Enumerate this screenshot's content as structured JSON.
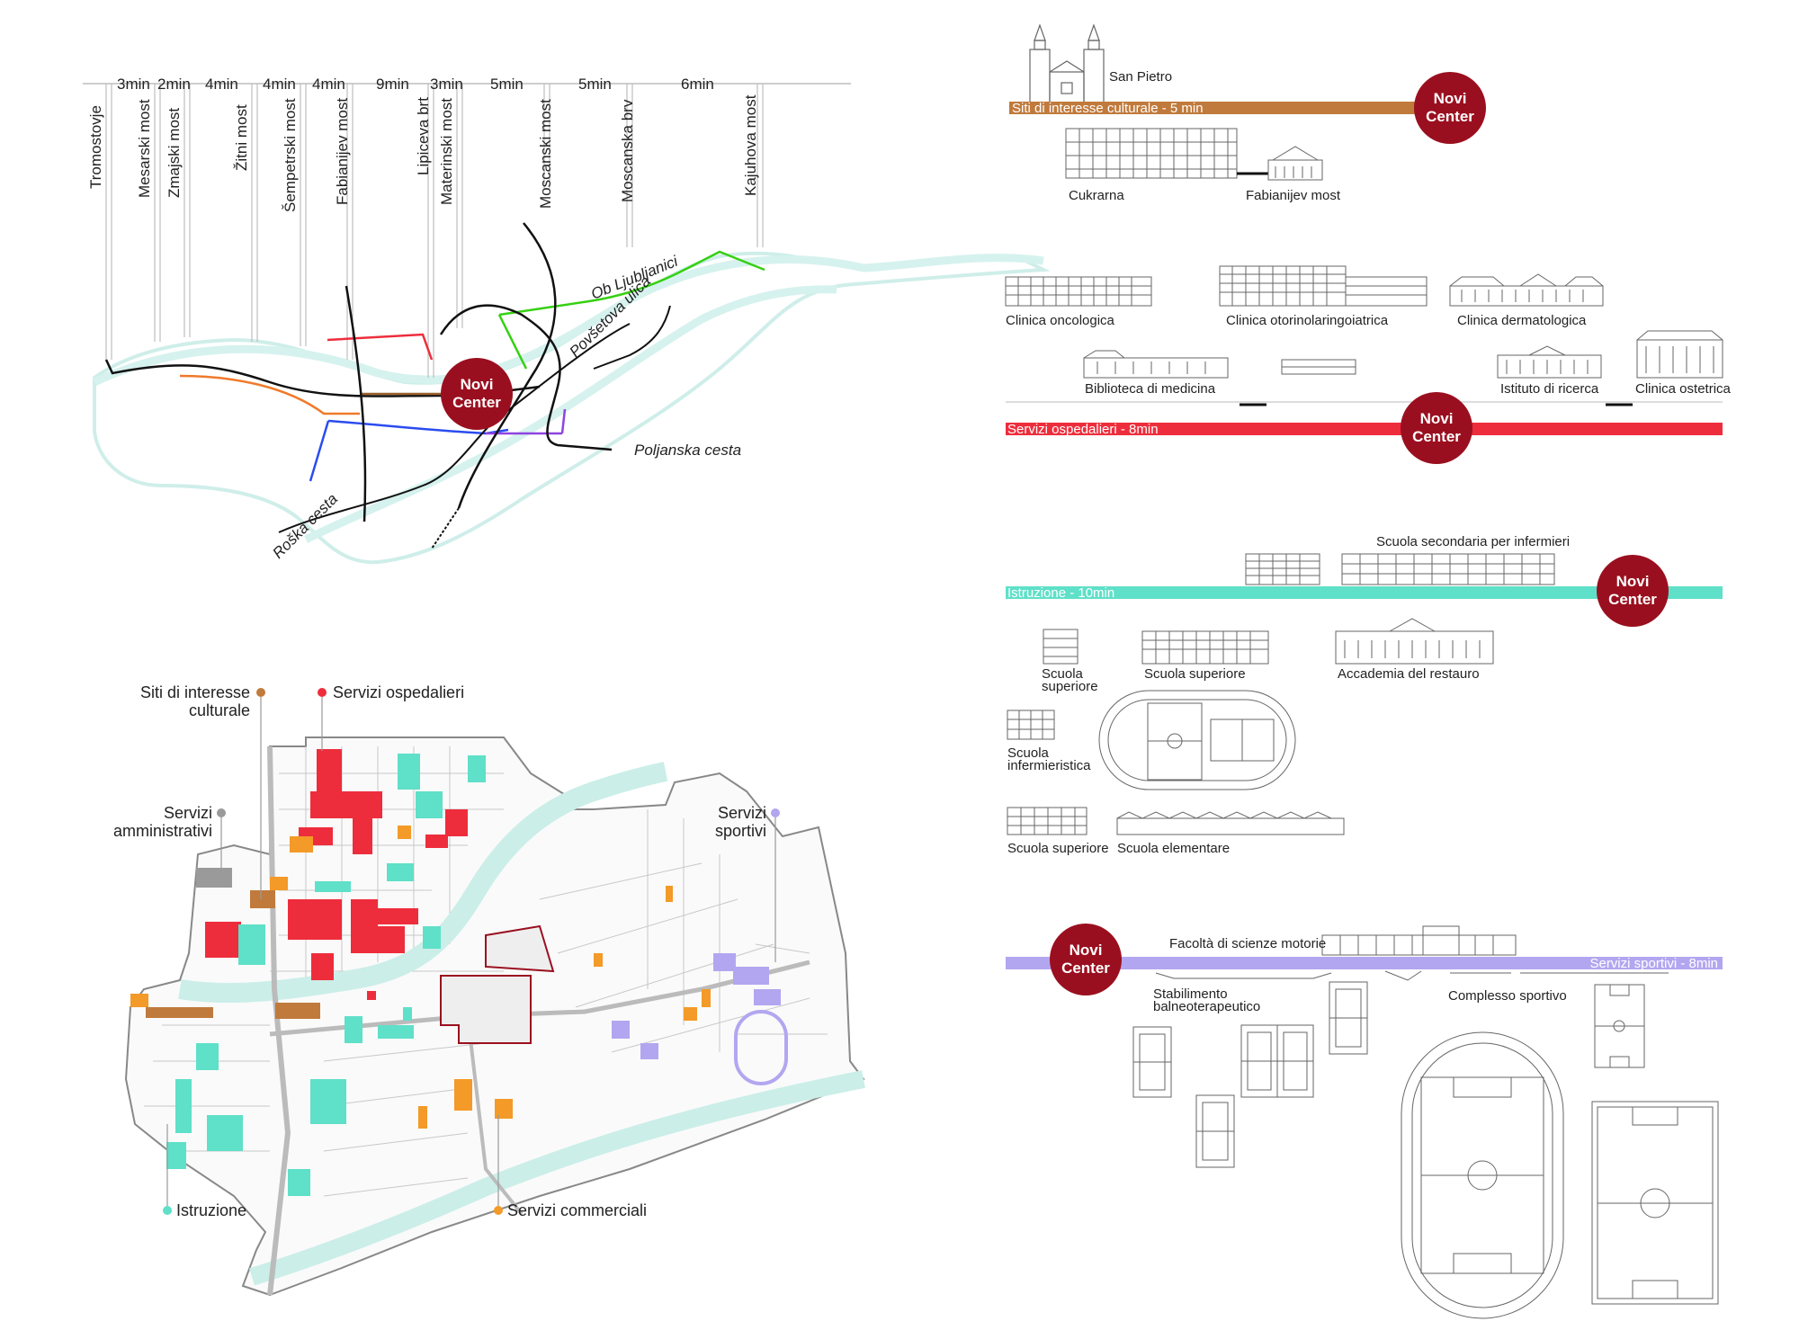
{
  "colors": {
    "accent": "#9a0f1f",
    "culturale": "#c07a3c",
    "ospedalieri": "#ee2d3c",
    "istruzione": "#5fe0c8",
    "sportivi": "#b3a6f0",
    "commerciali": "#f39a28",
    "amministrativi": "#9a9a9a",
    "river": "#d6f2ee"
  },
  "novi_center": {
    "line1": "Novi",
    "line2": "Center"
  },
  "bridges": {
    "times": [
      "3min",
      "2min",
      "4min",
      "4min",
      "4min",
      "9min",
      "3min",
      "5min",
      "5min",
      "6min"
    ],
    "names": [
      "Tromostovje",
      "Mesarski most",
      "Zmajski most",
      "Žitni most",
      "Šempetrski most",
      "Fabianijev most",
      "Lipiceva brt",
      "Materinski most",
      "Moscanski most",
      "Moscanska brv",
      "Kajuhova most"
    ]
  },
  "streets": {
    "ob_ljubljanici": "Ob Ljubljanici",
    "povsetova": "Povšetova ulica",
    "poljanska": "Poljanska cesta",
    "roska": "Roška cesta"
  },
  "legend": {
    "culturale_1": "Siti di interesse",
    "culturale_2": "culturale",
    "ospedalieri": "Servizi ospedalieri",
    "amministrativi_1": "Servizi",
    "amministrativi_2": "amministrativi",
    "sportivi_1": "Servizi",
    "sportivi_2": "sportivi",
    "istruzione": "Istruzione",
    "commerciali": "Servizi commerciali"
  },
  "culturale": {
    "band": "Siti di interesse culturale - 5 min",
    "san_pietro": "San Pietro",
    "cukrarna": "Cukrarna",
    "fabianijev": "Fabianijev most"
  },
  "ospedalieri": {
    "band": "Servizi ospedalieri - 8min",
    "clinica_oncologica": "Clinica oncologica",
    "clinica_otorino": "Clinica otorinolaringoiatrica",
    "clinica_dermato": "Clinica dermatologica",
    "biblioteca": "Biblioteca di medicina",
    "istituto": "Istituto di ricerca",
    "clinica_ostetrica": "Clinica ostetrica"
  },
  "istruzione": {
    "band": "Istruzione - 10min",
    "scuola_infermieri": "Scuola secondaria per infermieri",
    "scuola_superiore_1a": "Scuola",
    "scuola_superiore_1b": "superiore",
    "scuola_superiore_2": "Scuola superiore",
    "accademia": "Accademia del restauro",
    "infermieristica_a": "Scuola",
    "infermieristica_b": "infermieristica",
    "scuola_superiore_3": "Scuola superiore",
    "scuola_elementare": "Scuola elementare"
  },
  "sportivi": {
    "band": "Servizi sportivi - 8min",
    "facolta": "Facoltà di scienze motorie",
    "stabilimento_a": "Stabilimento",
    "stabilimento_b": "balneoterapeutico",
    "complesso": "Complesso sportivo"
  }
}
